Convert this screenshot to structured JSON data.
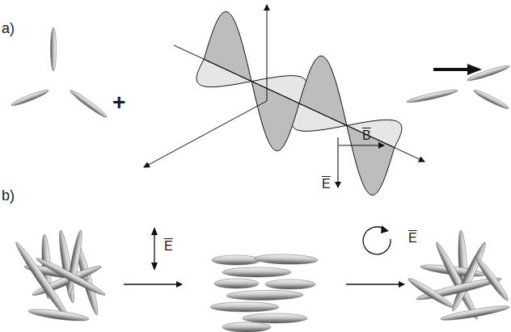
{
  "diagram": {
    "labels": [
      "a)",
      "+",
      "B",
      "E",
      "b)",
      "E",
      "E"
    ]
  }
}
